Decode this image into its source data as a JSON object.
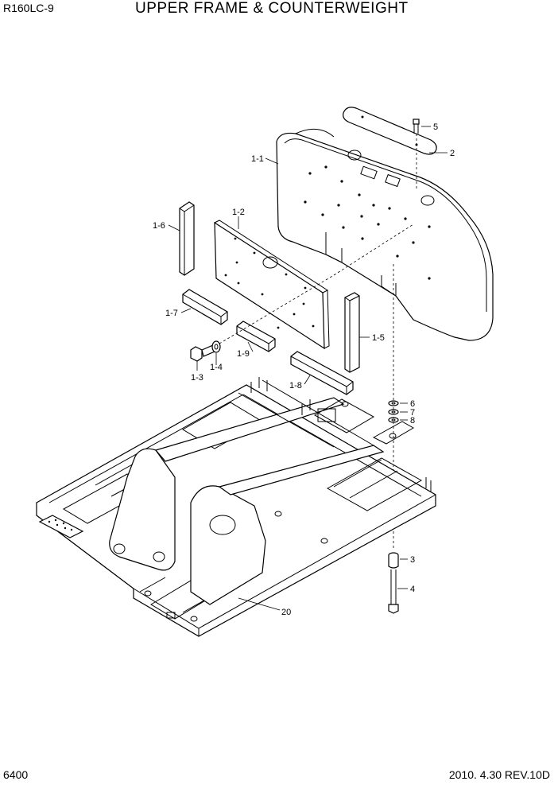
{
  "header": {
    "model": "R160LC-9",
    "title": "UPPER FRAME & COUNTERWEIGHT"
  },
  "footer": {
    "page": "6400",
    "date_rev": "2010. 4.30  REV.10D"
  },
  "callouts": {
    "c_1_1": "1-1",
    "c_1_2": "1-2",
    "c_1_3": "1-3",
    "c_1_4": "1-4",
    "c_1_5": "1-5",
    "c_1_6": "1-6",
    "c_1_7": "1-7",
    "c_1_8": "1-8",
    "c_1_9": "1-9",
    "c_2": "2",
    "c_3": "3",
    "c_4": "4",
    "c_5": "5",
    "c_6": "6",
    "c_7": "7",
    "c_8": "8",
    "c_20": "20"
  }
}
